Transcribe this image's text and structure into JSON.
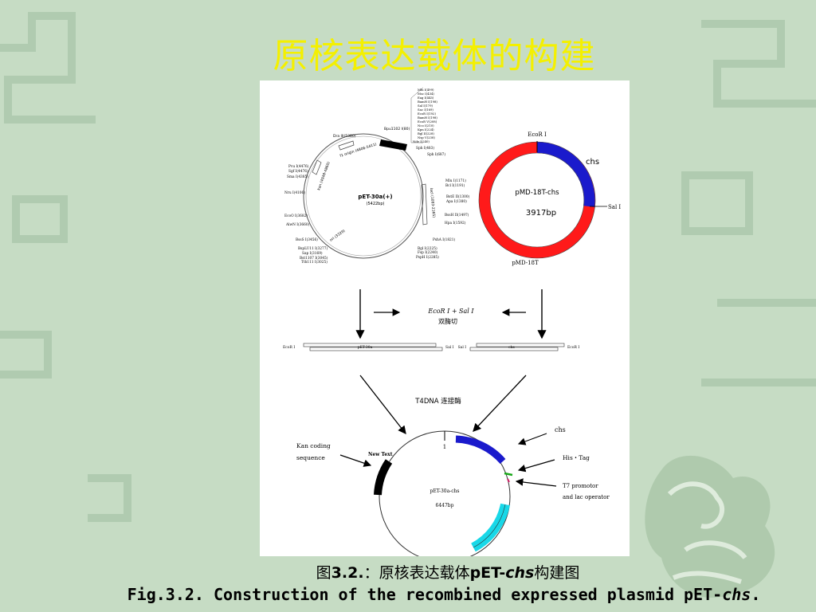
{
  "slide": {
    "title": "原核表达载体的构建",
    "caption_cn": {
      "prefix": "图",
      "number": "3.2.",
      "middle": "：原核表达载体",
      "plasmid": "pET-",
      "gene": "chs",
      "suffix": "构建图"
    },
    "caption_en": {
      "text": "Fig.3.2. Construction of the recombined expressed plasmid pET-",
      "gene": "chs",
      "end": "."
    },
    "colors": {
      "background": "#c6dcc4",
      "title": "#f4f000",
      "red_arc": "#ff1a1a",
      "blue_arc": "#1a1acc",
      "cyan_arc": "#18d8e8"
    }
  },
  "figure": {
    "pet30a": {
      "name": "pET-30a(+)",
      "size": "(5422bp)",
      "left_labels": [
        "Pvu I(4476)",
        "Sgf I(4476)",
        "Sma I(4385)",
        "Nru I(4106)",
        "EcoO I(3682)",
        "AlwN I(3660)",
        "BssS I(3456)",
        "BspLU11 I(3277)",
        "Sap I(3169)",
        "Bst1107 I(3045)",
        "Tth111 I(3025)"
      ],
      "top_labels": [
        "Dra III(5380)",
        "Bpu1102 I(80)"
      ],
      "mcs_labels": [
        "Mlu I(499)",
        "Msc I(434)",
        "Eag I(445)",
        "BamH I(198)",
        "Sal I(179)",
        "Sac I(169)",
        "EcoR I(192)",
        "BamH I(198)",
        "EcoR V(208)",
        "Nco I(210)",
        "Kpn I(224)",
        "Bgl II(228)",
        "Nsp V(238)",
        "Nde I(240)",
        "Xba I(284)"
      ],
      "right_labels": [
        "Sph I(483)",
        "Sph I(687)",
        "Mlu I(1171)",
        "Bcl I(1191)",
        "BstE II(1300)",
        "Apa I(1380)",
        "BssH II(1497)",
        "Hpa I(1592)",
        "PshA I(1821)",
        "Bgl I(2225)",
        "Fsp I(2240)",
        "PspH I(2285)"
      ],
      "inner_labels": [
        "f1 origin (4806-5411)",
        "kan (4048-4860)",
        "lacI (1083-2165)",
        "ori (3329)"
      ]
    },
    "pmd18t": {
      "name": "pMD-18T-chs",
      "size": "3917bp",
      "bottom_label": "pMD-18T",
      "ecori": "EcoR I",
      "sali": "Sal I",
      "gene": "chs"
    },
    "digest": {
      "enzymes": "EcoR I + Sal I",
      "label": "双酶切"
    },
    "fragments": {
      "left_start": "EcoR I",
      "left_mid": "pET-30a",
      "left_end": "Sal I",
      "right_start": "Sal I",
      "right_mid": "chs",
      "right_end": "EcoR I"
    },
    "ligase": "T4DNA 连接酶",
    "pet_chs": {
      "name": "pET-30a-chs",
      "size": "6447bp",
      "position_one": "1",
      "new_text": "New Text",
      "kan_label_1": "Kan coding",
      "kan_label_2": "sequence",
      "chs": "chs",
      "his_tag": "His・Tag",
      "t7_1": "T7 promotor",
      "t7_2": "and lac operator"
    }
  }
}
